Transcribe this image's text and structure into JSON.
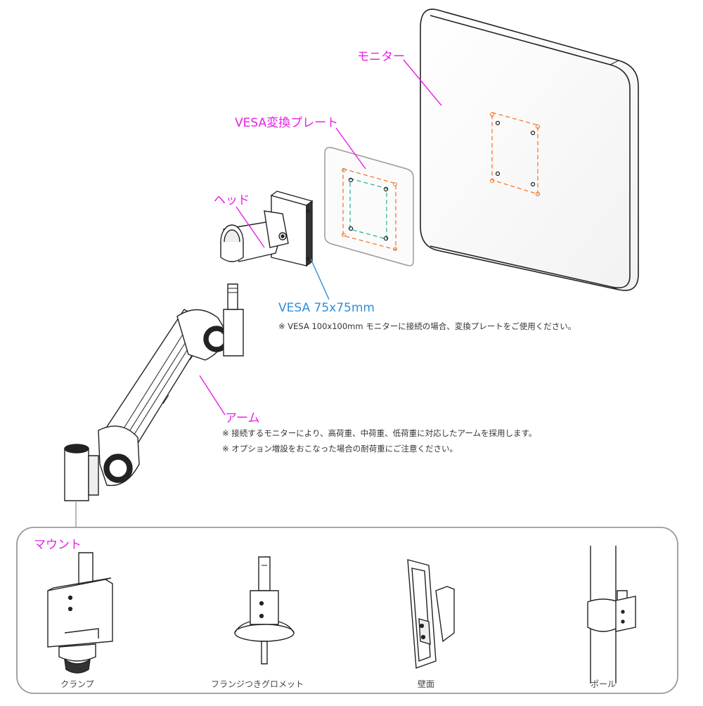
{
  "labels": {
    "monitor": "モニター",
    "vesa_plate": "VESA変換プレート",
    "head": "ヘッド",
    "vesa_size": "VESA 75x75mm",
    "vesa_note": "※ VESA 100x100mm モニターに接続の場合、変換プレートをご使用ください。",
    "arm": "アーム",
    "arm_note_1": "※ 接続するモニターにより、高荷重、中荷重、低荷重に対応したアームを採用します。",
    "arm_note_2": "※ オプション増設をおこなった場合の耐荷重にご注意ください。",
    "mount": "マウント"
  },
  "mounts": [
    {
      "label": "クランプ"
    },
    {
      "label": "フランジつきグロメット"
    },
    {
      "label": "壁面"
    },
    {
      "label": "ポール"
    }
  ],
  "colors": {
    "label": "#e81ee8",
    "vesa": "#2f8fd8",
    "vesa100": "#f07a2a",
    "vesa75": "#2fb88f",
    "line": "#222222",
    "frame": "#999999"
  }
}
